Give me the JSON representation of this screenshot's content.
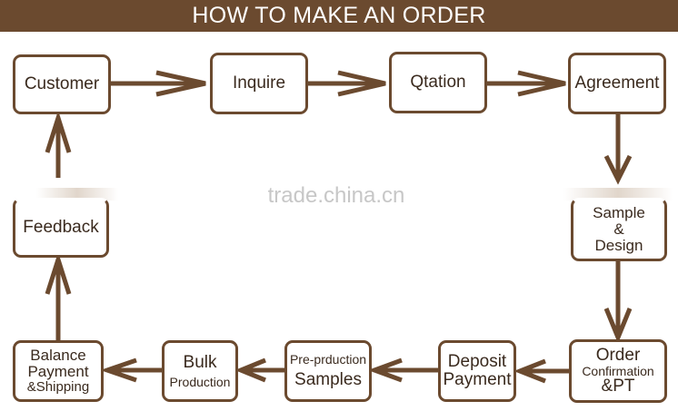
{
  "header": {
    "title": "HOW TO MAKE AN ORDER"
  },
  "watermark": "trade.china.cn",
  "steps": {
    "customer": "Customer",
    "inquire": "Inquire",
    "quotation": "Qtation",
    "agreement": "Agreement",
    "sample_design": {
      "line1": "Sample",
      "line2": "&",
      "line3": "Design"
    },
    "order_confirmation": {
      "line1": "Order",
      "line2": "Confirmation",
      "line3": "&PT"
    },
    "deposit_payment": {
      "line1": "Deposit",
      "line2": "Payment"
    },
    "pre_production_samples": {
      "line1": "Pre-prduction",
      "line2": "Samples"
    },
    "bulk_production": {
      "line1": "Bulk",
      "line2": "Production"
    },
    "balance_payment_shipping": {
      "line1": "Balance",
      "line2": "Payment",
      "line3": "&Shipping"
    },
    "feedback": "Feedback"
  },
  "colors": {
    "brown": "#6b4a2f",
    "text": "#3a2a1e",
    "watermark": "#c7c7c7"
  }
}
